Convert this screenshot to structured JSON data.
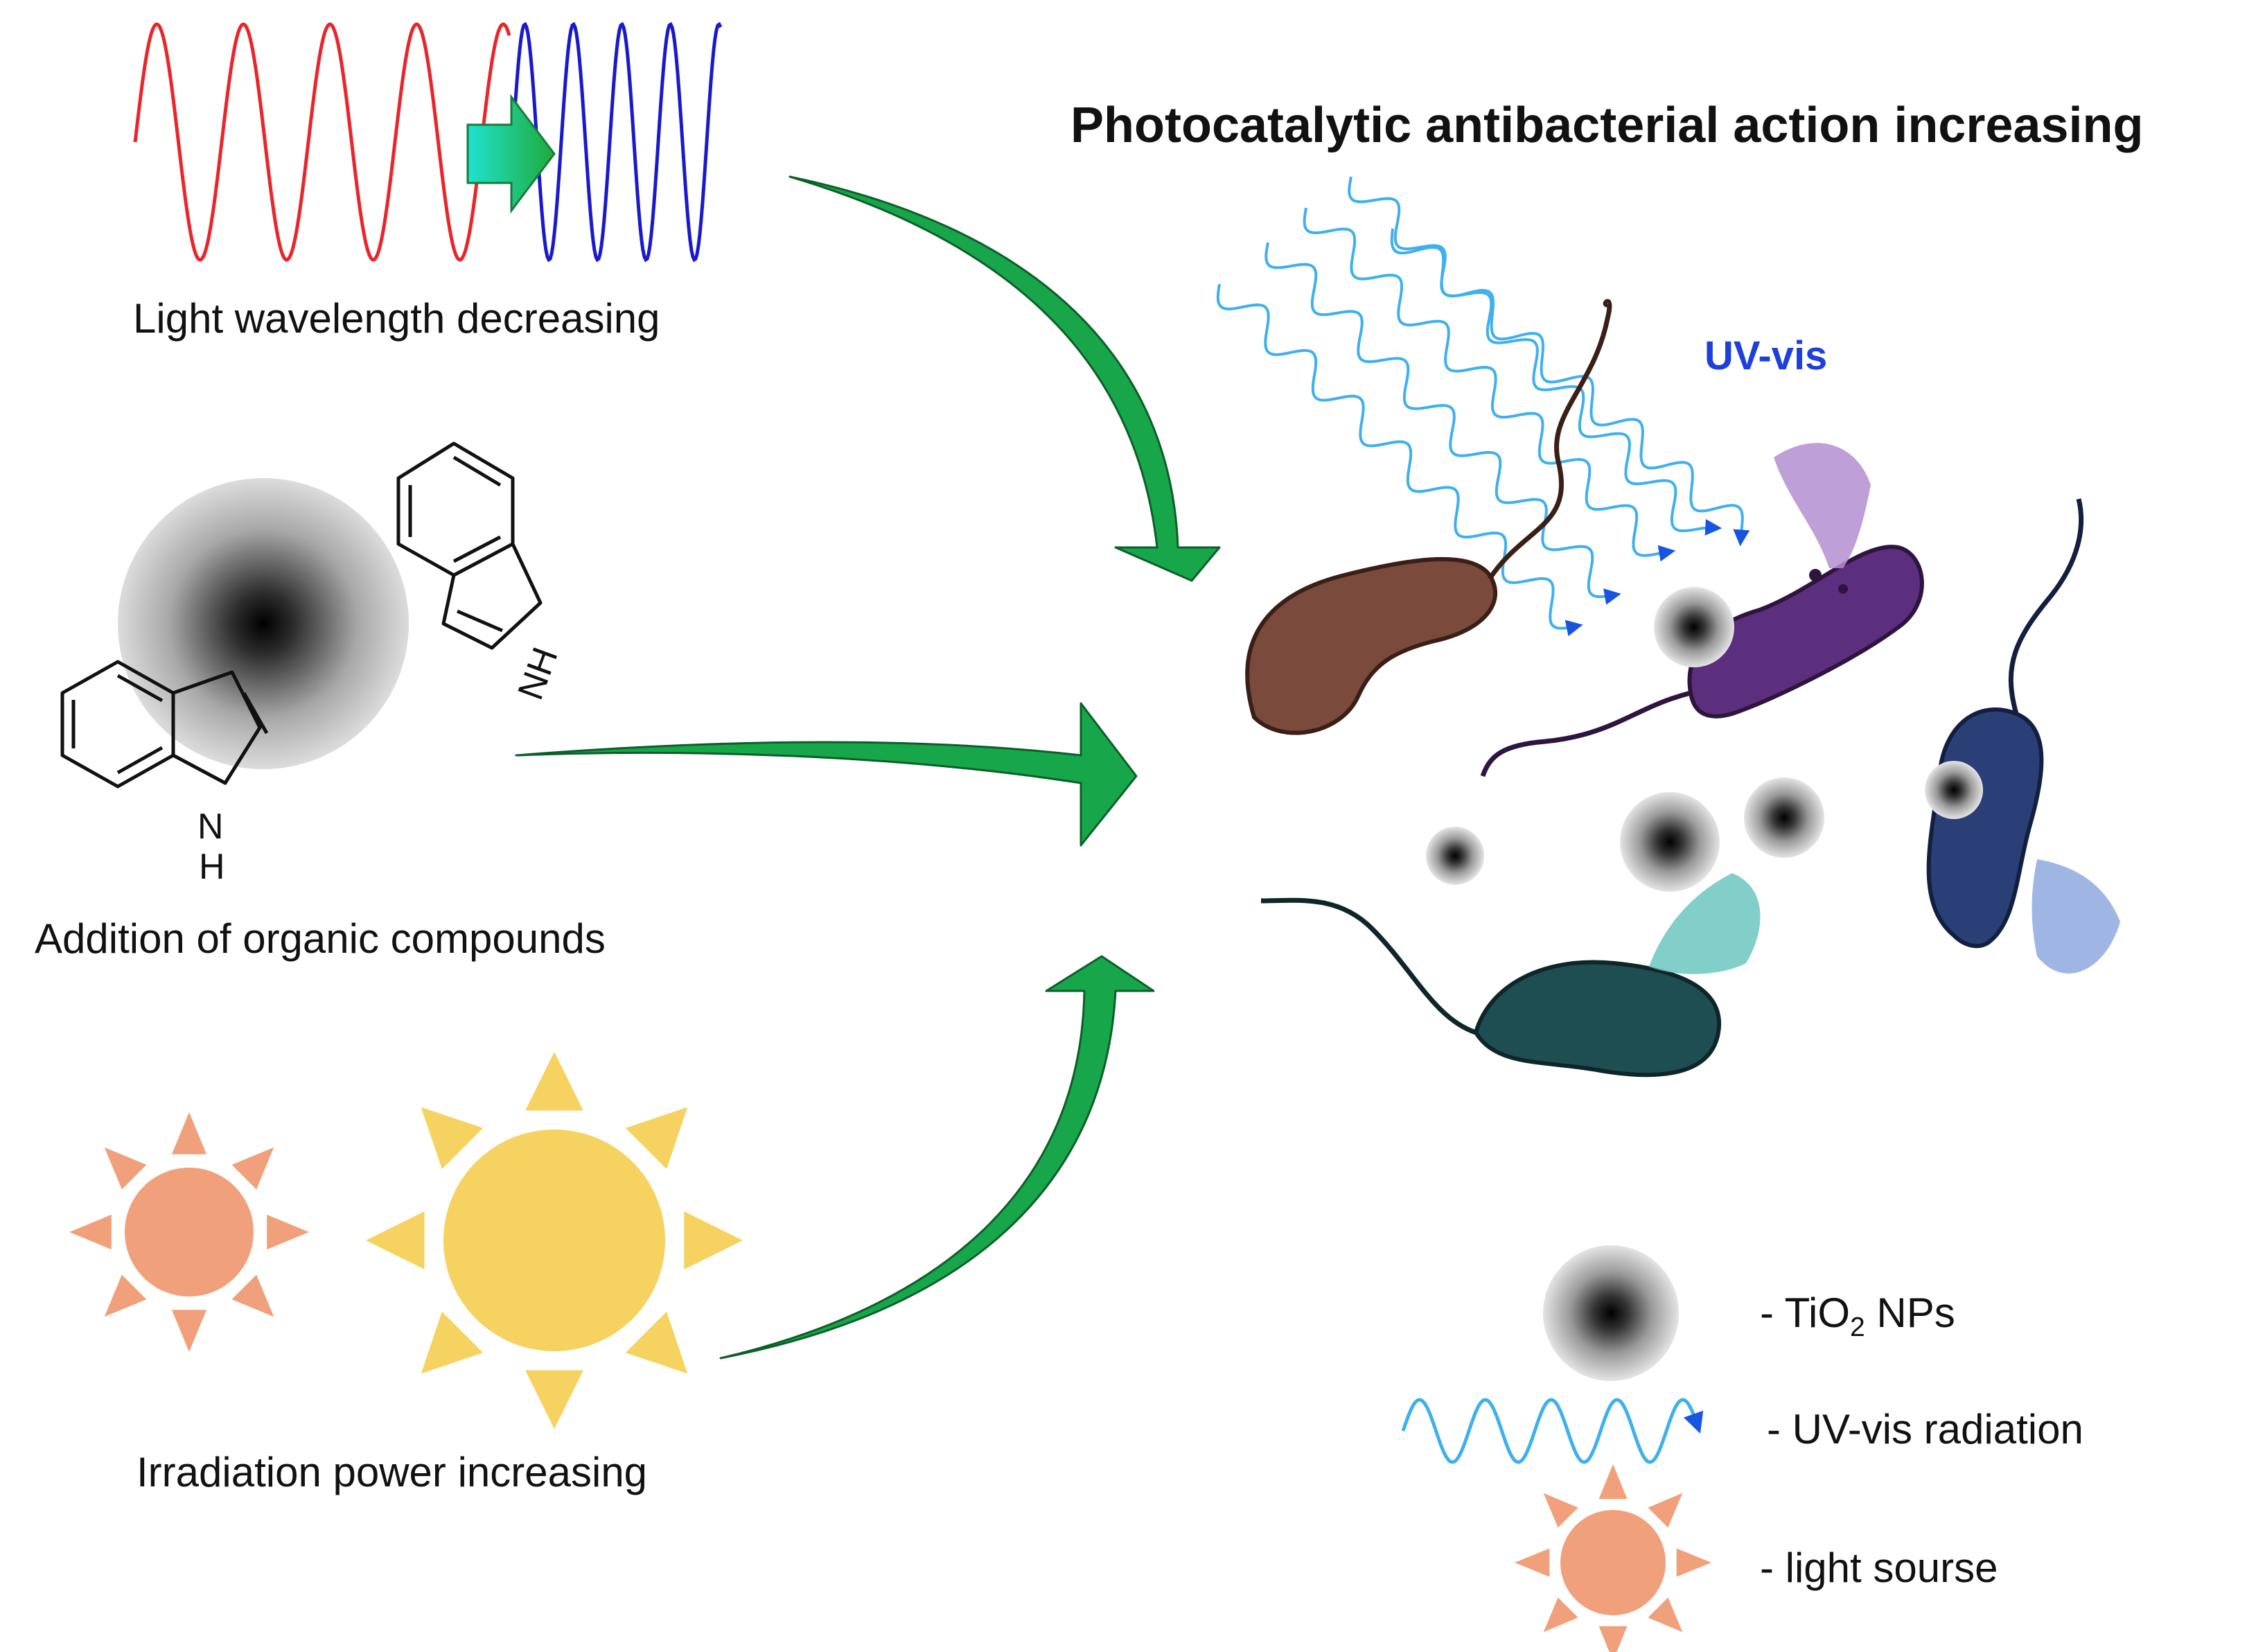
{
  "title": "Photocatalytic antibacterial action increasing",
  "factors": {
    "wavelength": "Light wavelength decreasing",
    "organic": "Addition of organic compounds",
    "power": "Irradiation power increasing"
  },
  "molecule": {
    "n_atom": "N",
    "h_atom": "H",
    "nh_rotated": "NH"
  },
  "uv_label": "UV-vis",
  "legend": {
    "tio2_prefix": "- TiO",
    "tio2_sub": "2",
    "tio2_suffix": " NPs",
    "radiation": "- UV-vis radiation",
    "light": "- light sourse"
  },
  "colors": {
    "long_wave": "#e8262b",
    "short_wave": "#1a1acc",
    "green_arrow": "#17a64a",
    "uv_wave": "#3fb0ee",
    "uv_label": "#1f3fdc",
    "arrow_head": "#1755e0",
    "sun_small": "#f0a07a",
    "sun_big": "#f6d260",
    "bacterium_brown": "#7a4a3c",
    "bacterium_purple": "#5c2f7e",
    "bacterium_navy": "#2a3f76",
    "bacterium_teal": "#1f4e52"
  }
}
